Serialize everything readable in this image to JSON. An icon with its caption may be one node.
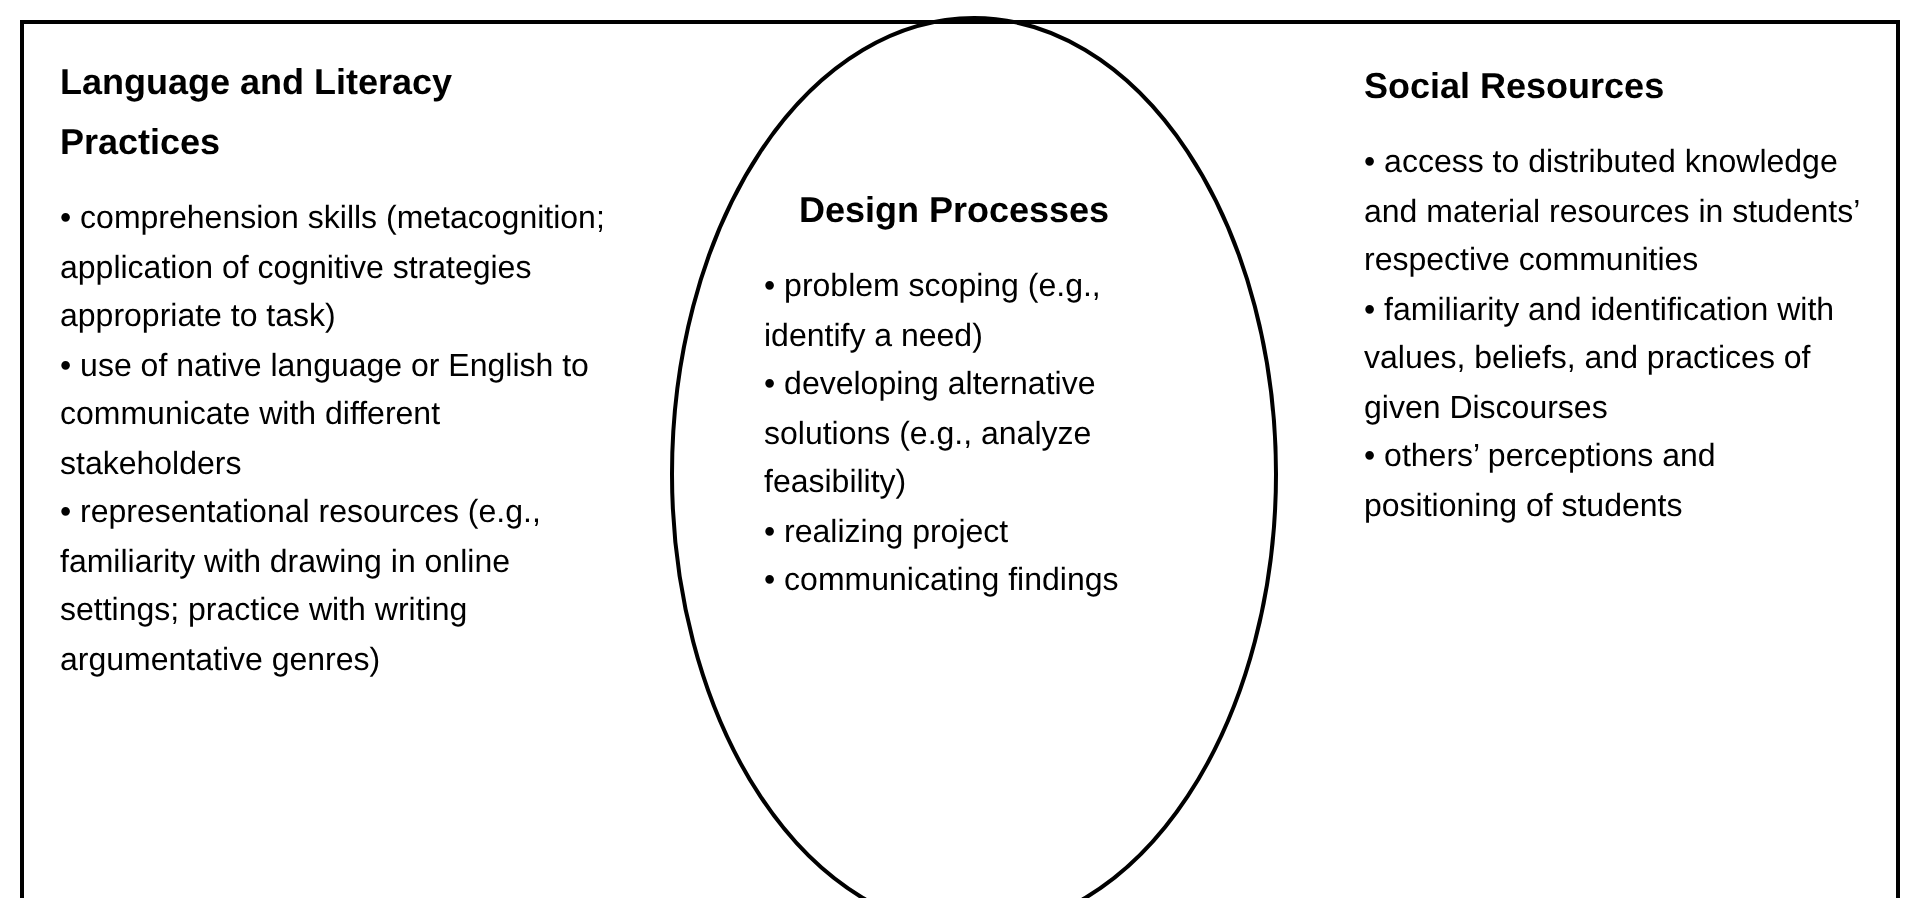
{
  "diagram": {
    "nodes": [
      {
        "text": [],
        "shape": "box"
      },
      {
        "text": [
          "Language and Literacy Practices",
          "• comprehension skills (metacognition; application of cognitive strategies appropriate to task)",
          "• use of native language or English to communicate with different stakeholders",
          "• representational resources (e.g., familiarity with drawing in online settings; practice with writing argumentative genres)"
        ],
        "in": 0
      },
      {
        "text": [
          "Design Processes",
          "• problem scoping (e.g., identify a need)",
          "• developing alternative solutions (e.g., analyze feasibility)",
          "• realizing project",
          "• communicating findings"
        ],
        "in": 0
      },
      {
        "text": [
          "Social Resources",
          "• access to distributed knowledge and material resources in students’ respective communities",
          "• familiarity and identification with values, beliefs, and practices of given Discourses",
          "• others’ perceptions and positioning of students"
        ],
        "in": 0
      }
    ]
  }
}
